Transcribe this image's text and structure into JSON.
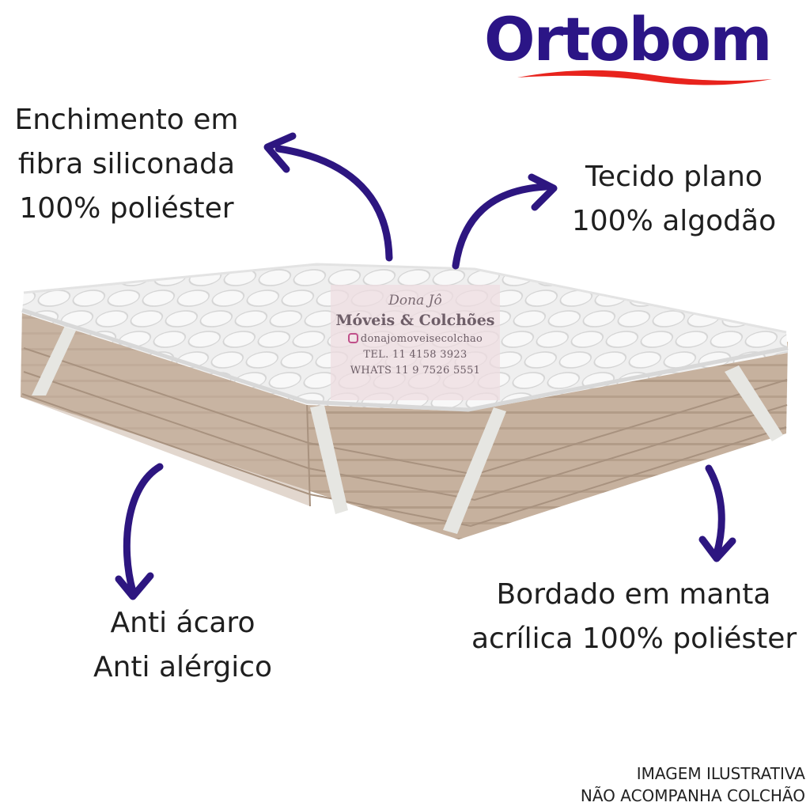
{
  "brand": {
    "logo_text": "Ortobom",
    "logo_color": "#2b1586",
    "swoosh_color": "#e8231d"
  },
  "callouts": {
    "filling": {
      "lines": [
        "Enchimento em",
        "fibra siliconada",
        "100% poliéster"
      ]
    },
    "fabric": {
      "lines": [
        "Tecido plano",
        "100% algodão"
      ]
    },
    "anti": {
      "lines": [
        "Anti ácaro",
        "Anti alérgico"
      ]
    },
    "embroidery": {
      "lines": [
        "Bordado em manta",
        "acrílica 100% poliéster"
      ]
    }
  },
  "watermark": {
    "script": "Dona Jô",
    "name": "Móveis & Colchões",
    "instagram": "donajomoveisecolchao",
    "phone": "TEL. 11 4158 3923",
    "whats": "WHATS 11 9 7526 5551"
  },
  "disclaimer": {
    "lines": [
      "IMAGEM ILUSTRATIVA",
      "NÃO ACOMPANHA COLCHÃO"
    ]
  },
  "colors": {
    "arrow": "#2d1680",
    "topper": "#eeeeee",
    "mattress_side": "#c9b6a4"
  }
}
